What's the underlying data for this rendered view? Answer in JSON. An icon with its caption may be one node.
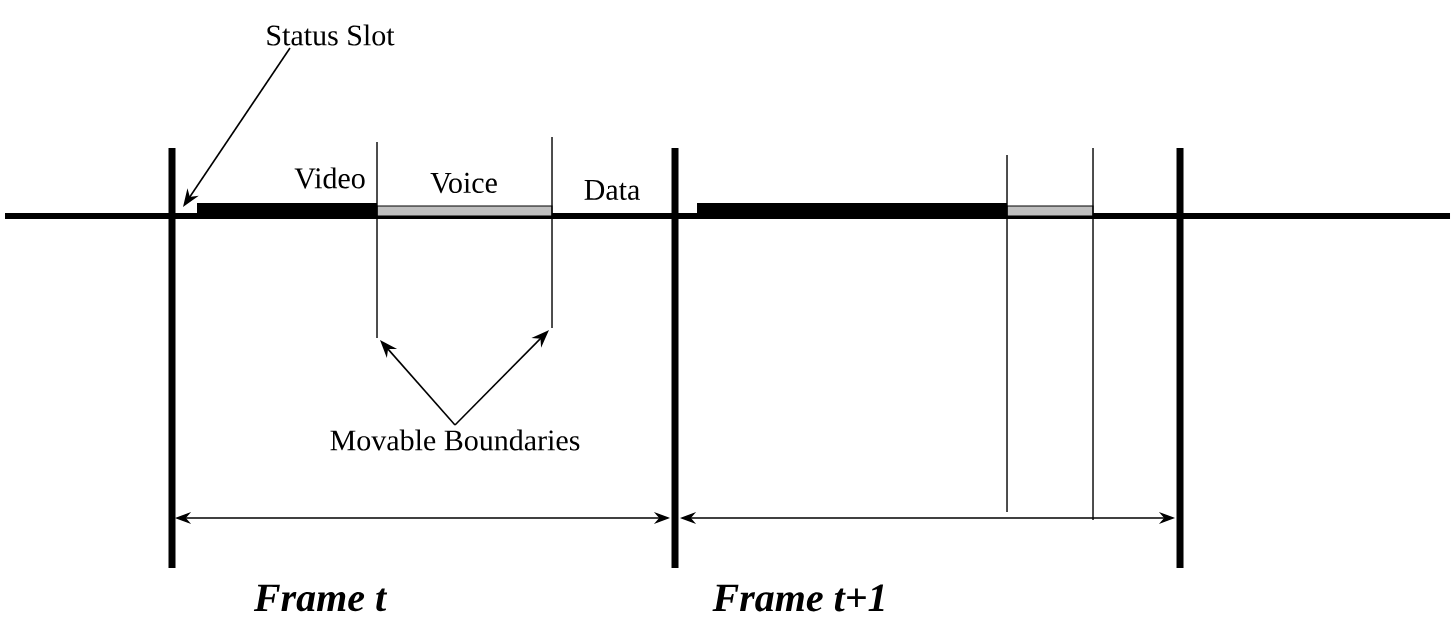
{
  "diagram": {
    "nodes": [
      {
        "text": [
          "Status Slot"
        ]
      },
      {
        "text": [
          "Movable Boundaries"
        ]
      }
    ],
    "edges": [
      {
        "from": 0,
        "to": null,
        "arrow": "to"
      },
      {
        "from": 1,
        "to": null,
        "arrow": "to"
      },
      {
        "from": 1,
        "to": null,
        "arrow": "to"
      }
    ],
    "labels": [
      "Video",
      "Voice",
      "Data",
      "Frame  t",
      "Frame  t+1"
    ]
  }
}
